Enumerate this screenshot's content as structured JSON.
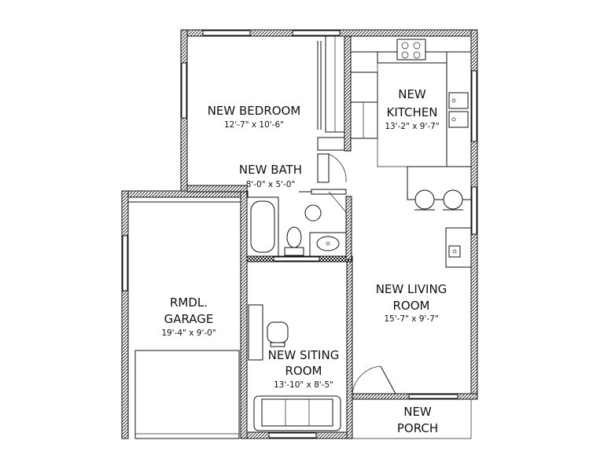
{
  "rooms": {
    "bedroom": {
      "name": "NEW BEDROOM",
      "dims": "12'-7\" x 10'-6\""
    },
    "kitchen": {
      "name_1": "NEW",
      "name_2": "KITCHEN",
      "dims": "13'-2\" x 9'-7\""
    },
    "bath": {
      "name": "NEW BATH",
      "dims": "8'-0\" x 5'-0\""
    },
    "garage": {
      "name_1": "RMDL.",
      "name_2": "GARAGE",
      "dims": "19'-4\" x 9'-0\""
    },
    "living": {
      "name_1": "NEW LIVING",
      "name_2": "ROOM",
      "dims": "15'-7\" x 9'-7\""
    },
    "sitting": {
      "name_1": "NEW SITING",
      "name_2": "ROOM",
      "dims": "13'-10\" x 8'-5\""
    },
    "porch": {
      "name_1": "NEW",
      "name_2": "PORCH"
    }
  }
}
